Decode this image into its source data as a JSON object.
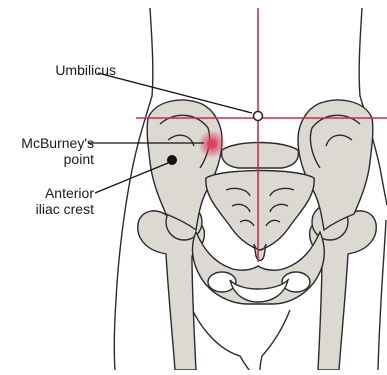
{
  "figure": {
    "labels": {
      "umbilicus": "Umbilicus",
      "mcburney_line1": "McBurney's",
      "mcburney_line2": "point",
      "anterior_line1": "Anterior",
      "anterior_line2": "iliac crest"
    },
    "colors": {
      "guide_line": "#c8314f",
      "bone_fill": "#dcd8d2",
      "bone_stroke": "#2b2b2b",
      "highlight": "#e0405e",
      "text": "#1a1a1a"
    }
  }
}
